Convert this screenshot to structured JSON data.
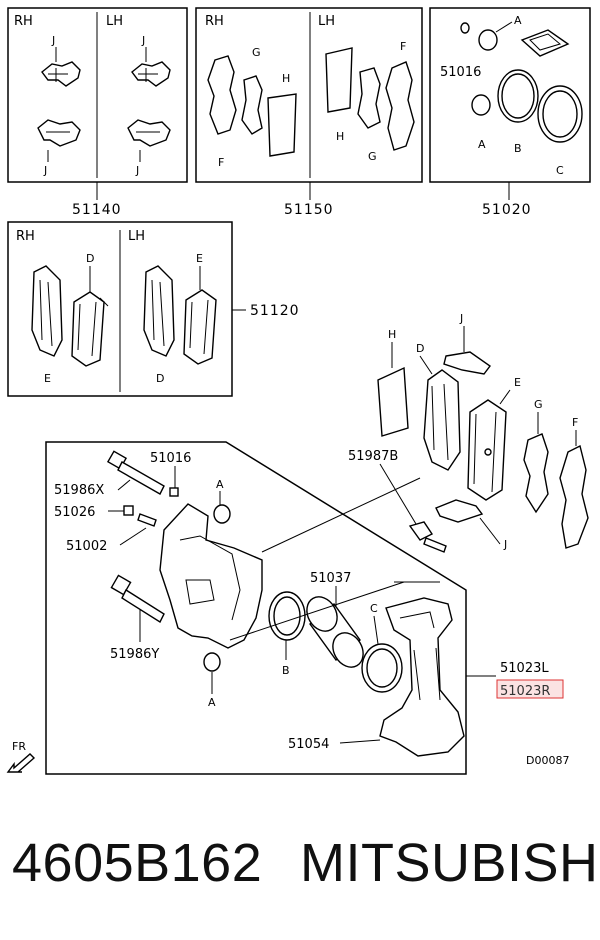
{
  "labels": {
    "rh": "RH",
    "lh": "LH",
    "A": "A",
    "B": "B",
    "C": "C",
    "D": "D",
    "E": "E",
    "F": "F",
    "G": "G",
    "H": "H",
    "J": "J"
  },
  "part_codes": {
    "p51140": "51140",
    "p51150": "51150",
    "p51020": "51020",
    "p51016": "51016",
    "p51120": "51120",
    "p51987b": "51987B",
    "p51986x": "51986X",
    "p51026": "51026",
    "p51002": "51002",
    "p51037": "51037",
    "p51986y": "51986Y",
    "p51023l": "51023L",
    "p51023r": "51023R",
    "p51054": "51054"
  },
  "orientation": "FR",
  "diagram_id": "D00087",
  "footer": {
    "part_number": "4605B162",
    "brand": "MITSUBISHI"
  }
}
